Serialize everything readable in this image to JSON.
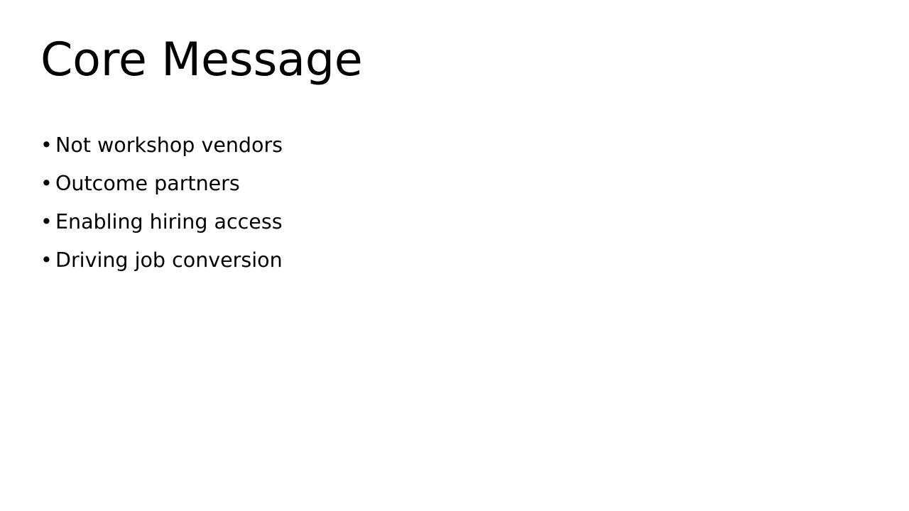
{
  "slide": {
    "title": "Core Message",
    "background_color": "#ffffff",
    "text_color": "#000000",
    "bullet_marker": "•",
    "bullets": [
      {
        "text": "Not workshop vendors"
      },
      {
        "text": "Outcome partners"
      },
      {
        "text": "Enabling hiring access"
      },
      {
        "text": "Driving job conversion"
      }
    ]
  }
}
